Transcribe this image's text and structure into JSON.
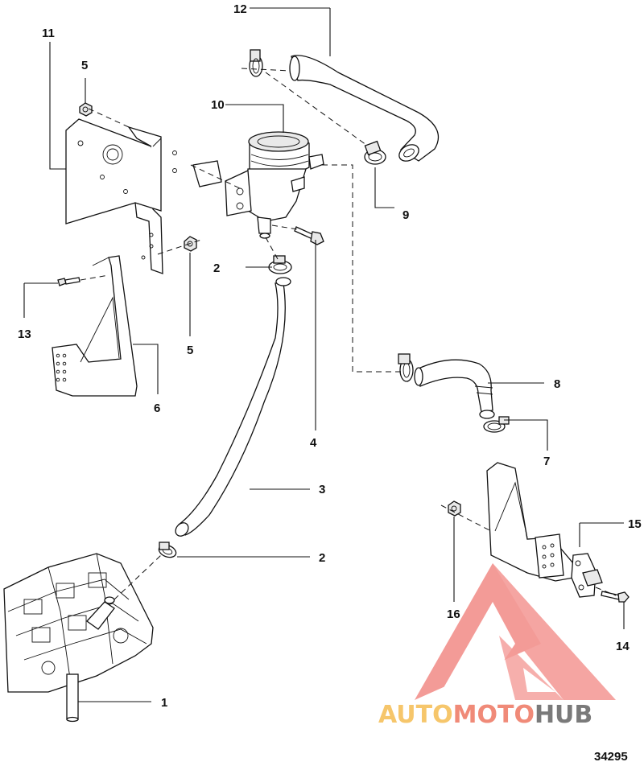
{
  "callouts": [
    {
      "id": "c1",
      "text": "1"
    },
    {
      "id": "c2a",
      "text": "2"
    },
    {
      "id": "c2b",
      "text": "2"
    },
    {
      "id": "c3",
      "text": "3"
    },
    {
      "id": "c4",
      "text": "4"
    },
    {
      "id": "c5a",
      "text": "5"
    },
    {
      "id": "c5b",
      "text": "5"
    },
    {
      "id": "c6",
      "text": "6"
    },
    {
      "id": "c7",
      "text": "7"
    },
    {
      "id": "c8",
      "text": "8"
    },
    {
      "id": "c9",
      "text": "9"
    },
    {
      "id": "c10",
      "text": "10"
    },
    {
      "id": "c11",
      "text": "11"
    },
    {
      "id": "c12",
      "text": "12"
    },
    {
      "id": "c13",
      "text": "13"
    },
    {
      "id": "c14",
      "text": "14"
    },
    {
      "id": "c15",
      "text": "15"
    },
    {
      "id": "c16",
      "text": "16"
    }
  ],
  "watermark": {
    "part1": "AUTO",
    "part2": "MOTO",
    "part3": "HUB",
    "color_light": "#f6c66b",
    "color_mid": "#f08a78",
    "color_dark": "#7a7a7a",
    "logo_color": "#f28a86"
  },
  "figure_number": "34295"
}
